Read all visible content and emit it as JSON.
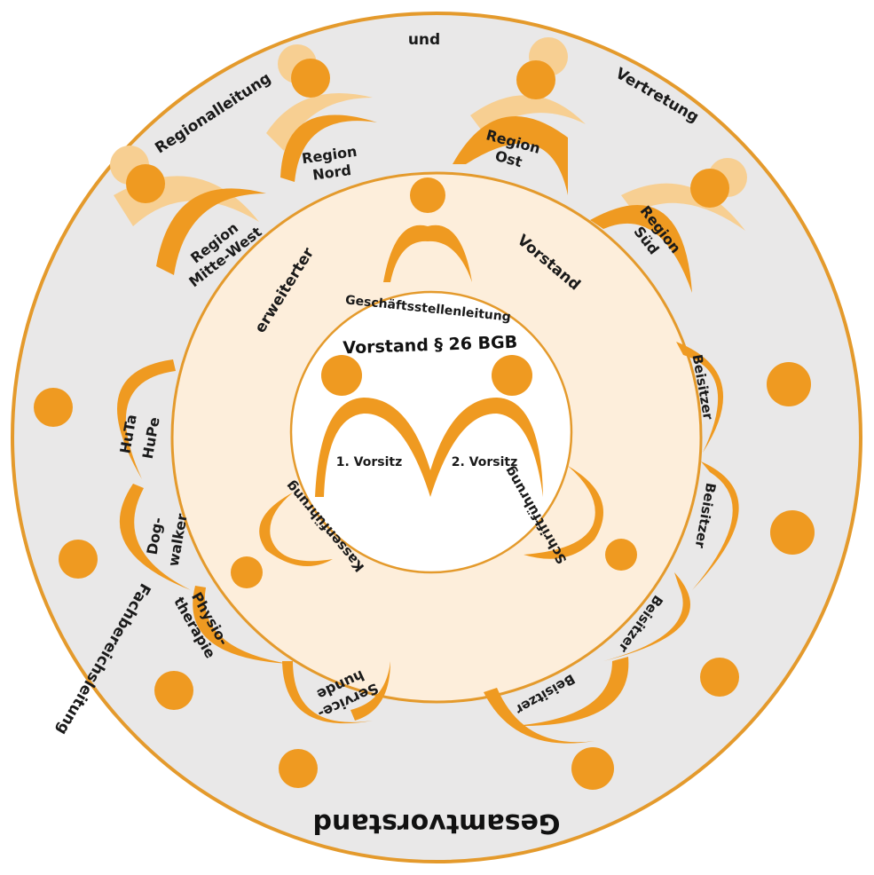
{
  "colors": {
    "orange": "#ef9a21",
    "orange_light": "#f7cf92",
    "outer_ring_fill": "#e9e8e8",
    "middle_ring_fill": "#fdeedb",
    "inner_fill": "#ffffff",
    "ring_stroke": "#e49a2c"
  },
  "outer_ring": {
    "title": "Gesamtvorstand",
    "words": {
      "regionalleitung": "Regionalleitung",
      "und": "und",
      "vertretung": "Vertretung",
      "fachbereichsleitung": "Fachbereichsleitung"
    },
    "regions": [
      {
        "line1": "Region",
        "line2": "Mitte-West"
      },
      {
        "line1": "Region",
        "line2": "Nord"
      },
      {
        "line1": "Region",
        "line2": "Ost"
      },
      {
        "line1": "Region",
        "line2": "Süd"
      }
    ],
    "fachbereiche": [
      {
        "line1": "HuTa",
        "line2": "HuPe"
      },
      {
        "line1": "Dog-",
        "line2": "walker"
      },
      {
        "line1": "Physio-",
        "line2": "therapie"
      },
      {
        "line1": "Service-",
        "line2": "hunde"
      }
    ],
    "beisitzer": [
      "Beisitzer",
      "Beisitzer",
      "Beisitzer",
      "Beisitzer"
    ]
  },
  "middle_ring": {
    "word_left": "erweiterter",
    "word_right": "Vorstand",
    "geschaeftsstelle": "Geschäftsstellenleitung",
    "kassenfuehrung": "Kassenführung",
    "schriftfuehrung": "Schriftführung"
  },
  "inner_circle": {
    "title": "Vorstand § 26 BGB",
    "vorsitz_1": "1. Vorsitz",
    "vorsitz_2": "2. Vorsitz"
  }
}
